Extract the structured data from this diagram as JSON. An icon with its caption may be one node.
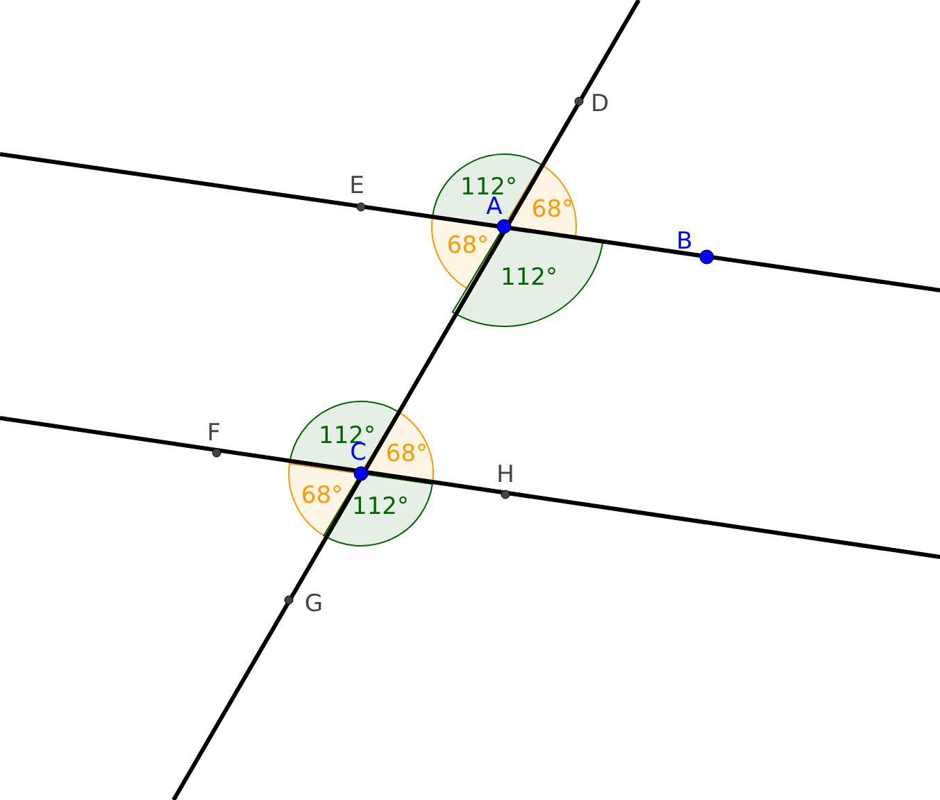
{
  "diagram": {
    "labels": [
      "D",
      "E",
      "112°",
      "A",
      "68°",
      "68°",
      "B",
      "112°",
      "F",
      "112°",
      "C",
      "68°",
      "H",
      "68°",
      "112°",
      "G"
    ]
  }
}
